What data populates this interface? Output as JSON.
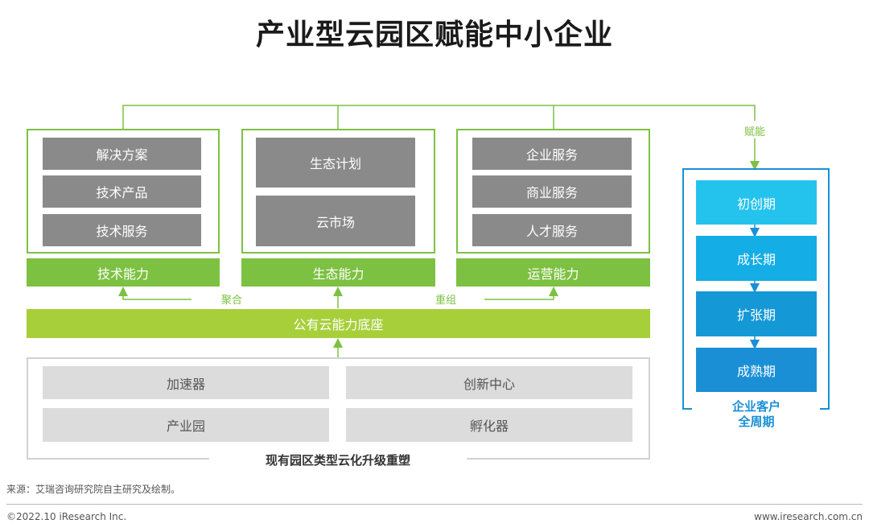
{
  "title": "产业型云园区赋能中小企业",
  "tech_box": {
    "items": [
      "解决方案",
      "技术产品",
      "技术服务"
    ],
    "bar_label": "技术能力"
  },
  "eco_box": {
    "items": [
      "生态计划",
      "云市场"
    ],
    "bar_label": "生态能力"
  },
  "ops_box": {
    "items": [
      "企业服务",
      "商业服务",
      "人才服务"
    ],
    "bar_label": "运营能力"
  },
  "flow_labels": {
    "aggregate": "聚合",
    "restructure": "重组",
    "empower": "赋能"
  },
  "base_bar": "公有云能力底座",
  "existing_parks": {
    "items": [
      "加速器",
      "创新中心",
      "产业园",
      "孵化器"
    ],
    "caption": "现有园区类型云化升级重塑"
  },
  "lifecycle": {
    "stages": [
      "初创期",
      "成长期",
      "扩张期",
      "成熟期"
    ],
    "stage_colors": [
      "#24c3ee",
      "#14ade6",
      "#1598d6",
      "#1a8fd6"
    ],
    "caption_line1": "企业客户",
    "caption_line2": "全周期"
  },
  "colors": {
    "green": "#7dc142",
    "base_green": "#a7cf3a",
    "blue": "#1a8fd6"
  },
  "footer": {
    "source": "来源：艾瑞咨询研究院自主研究及绘制。",
    "copyright": "©2022.10 iResearch Inc.",
    "website": "www.iresearch.com.cn"
  }
}
